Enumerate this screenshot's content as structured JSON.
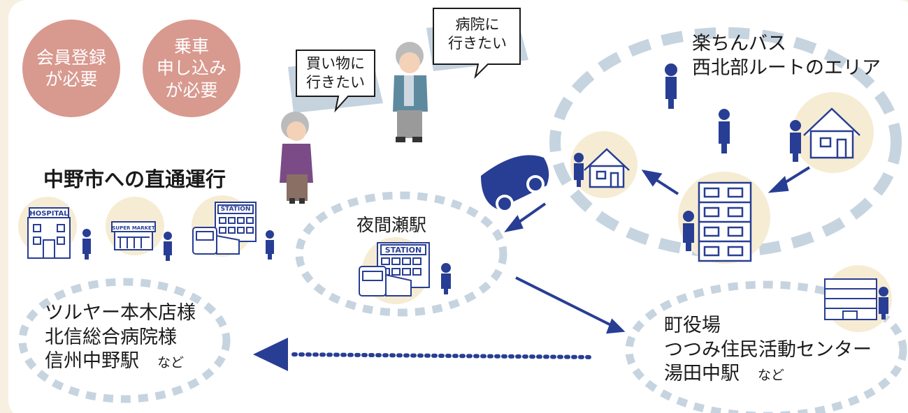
{
  "badges": [
    {
      "lines": [
        "会員登録",
        "が必要"
      ]
    },
    {
      "lines": [
        "乗車",
        "申し込み",
        "が必要"
      ]
    }
  ],
  "bubbles": {
    "left": [
      "買い物に",
      "行きたい"
    ],
    "right": [
      "病院に",
      "行きたい"
    ]
  },
  "direct_title": "中野市への直通運行",
  "destination_icons": [
    "HOSPITAL",
    "SUPER MARKET",
    "STATION"
  ],
  "yomase": {
    "title": "夜間瀬駅",
    "icon": "STATION"
  },
  "route_area": {
    "lines": [
      "楽ちんバス",
      "西北部ルートのエリア"
    ]
  },
  "nakano_area": {
    "lines": [
      "ツルヤー本木店様",
      "北信総合病院様",
      "信州中野駅"
    ],
    "suffix": "など"
  },
  "town_area": {
    "lines": [
      "町役場",
      "つつみ住民活動センター",
      "湯田中駅"
    ],
    "suffix": "など"
  },
  "colors": {
    "navy": "#283e94",
    "dash": "#c6d4e0",
    "cream": "#f6ecd3",
    "badge": "#d8998f",
    "bubble_shade": "#c5d3df"
  }
}
